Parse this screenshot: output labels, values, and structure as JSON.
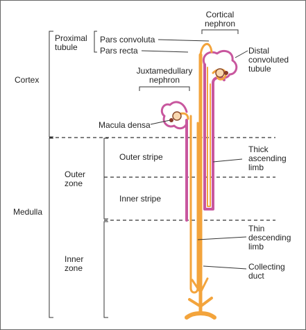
{
  "labels": {
    "cortex": "Cortex",
    "medulla": "Medulla",
    "outer_zone": "Outer\nzone",
    "inner_zone": "Inner\nzone",
    "proximal_tubule": "Proximal\ntubule",
    "pars_convoluta": "Pars convoluta",
    "pars_recta": "Pars recta",
    "cortical_nephron": "Cortical\nnephron",
    "juxtamedullary_nephron": "Juxtamedullary\nnephron",
    "distal_convoluted_tubule": "Distal\nconvoluted\ntubule",
    "macula_densa": "Macula densa",
    "outer_stripe": "Outer stripe",
    "inner_stripe": "Inner stripe",
    "thick_ascending_limb": "Thick\nascending\nlimb",
    "thin_descending_limb": "Thin\ndescending\nlimb",
    "collecting_duct": "Collecting\nduct"
  },
  "colors": {
    "tubule_pink": "#c8579e",
    "tubule_orange": "#f3a43c",
    "tubule_light": "#f9d7b0",
    "line": "#333333"
  }
}
